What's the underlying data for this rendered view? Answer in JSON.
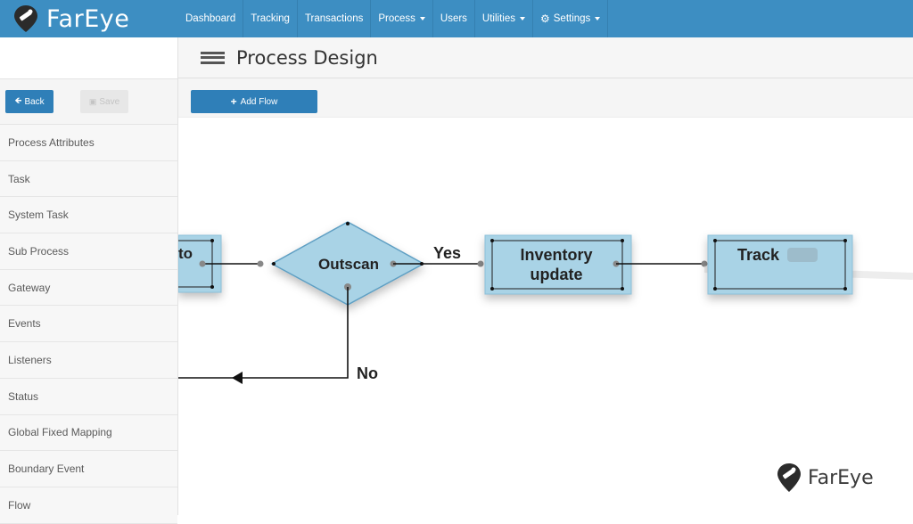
{
  "brand": {
    "name": "FarEye"
  },
  "nav": [
    {
      "label": "Dashboard",
      "dropdown": false
    },
    {
      "label": "Tracking",
      "dropdown": false
    },
    {
      "label": "Transactions",
      "dropdown": false
    },
    {
      "label": "Process",
      "dropdown": true
    },
    {
      "label": "Users",
      "dropdown": false
    },
    {
      "label": "Utilities",
      "dropdown": true
    },
    {
      "label": "Settings",
      "dropdown": true
    }
  ],
  "header": {
    "title": "Process Design"
  },
  "sidebar": {
    "back_label": "Back",
    "save_label": "Save",
    "items": [
      "Process Attributes",
      "Task",
      "System Task",
      "Sub Process",
      "Gateway",
      "Events",
      "Listeners",
      "Status",
      "Global Fixed Mapping",
      "Boundary Event",
      "Flow"
    ]
  },
  "toolbar": {
    "add_flow_label": "Add Flow"
  },
  "diagram": {
    "nodes": {
      "left_partial": "to",
      "gateway": "Outscan",
      "task1_line1": "Inventory",
      "task1_line2": "update",
      "task2": "Track"
    },
    "edges": {
      "yes": "Yes",
      "no": "No"
    }
  },
  "watermark": {
    "text": "FarEye"
  },
  "colors": {
    "nav": "#3d8ec2",
    "button": "#2f7fb8",
    "node_fill": "#a9d3e6",
    "node_border": "#6aa9c9"
  }
}
